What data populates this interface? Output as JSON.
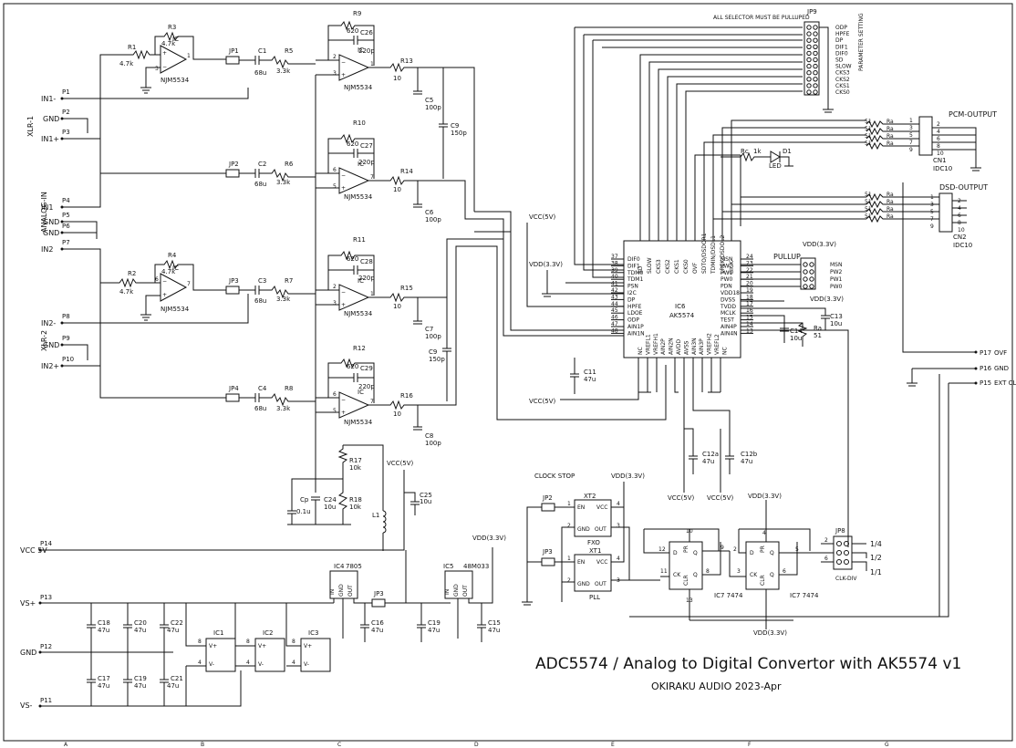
{
  "title": "ADC5574 / Analog to Digital Convertor with AK5574 v1",
  "subtitle": "OKIRAKU AUDIO 2023-Apr",
  "header_note": "ALL SELECTOR MUST BE PULLUPED",
  "header_part": "JP9",
  "param_label": "PARAMETER SETTING",
  "jp9_pins": [
    "ODP",
    "HPFE",
    "DP",
    "DIF1",
    "DIF0",
    "SD",
    "SLOW",
    "CKS3",
    "CKS2",
    "CKS1",
    "CKS0"
  ],
  "sections": {
    "xlr1": "XLR-1",
    "analog_in": "ANALOG-IN",
    "xlr2": "XLR-2",
    "pcm_output": "PCM-OUTPUT",
    "dsd_output": "DSD-OUTPUT",
    "pullup": "PULLUP",
    "clock_stop": "CLOCK STOP"
  },
  "connectors": [
    {
      "ref": "P1",
      "label": "IN1-"
    },
    {
      "ref": "P2",
      "label": "GND"
    },
    {
      "ref": "P3",
      "label": "IN1+"
    },
    {
      "ref": "P4",
      "label": "IN1"
    },
    {
      "ref": "P5",
      "label": "GND"
    },
    {
      "ref": "P6",
      "label": "GND"
    },
    {
      "ref": "P7",
      "label": "IN2"
    },
    {
      "ref": "P8",
      "label": "IN2-"
    },
    {
      "ref": "P9",
      "label": "GND"
    },
    {
      "ref": "P10",
      "label": "IN2+"
    },
    {
      "ref": "P14",
      "label": "VCC 5V"
    },
    {
      "ref": "P13",
      "label": "VS+"
    },
    {
      "ref": "P12",
      "label": "GND"
    },
    {
      "ref": "P11",
      "label": "VS-"
    },
    {
      "ref": "P17",
      "label": "OVF"
    },
    {
      "ref": "P16",
      "label": "GND"
    },
    {
      "ref": "P15",
      "label": "EXT CLK"
    }
  ],
  "opamps": [
    "NJM5534",
    "NJM5534",
    "NJM5534",
    "NJM5534",
    "NJM5534",
    "NJM5534"
  ],
  "jumpers": [
    "JP1",
    "JP2",
    "JP3",
    "JP4"
  ],
  "resistors": [
    {
      "ref": "R1",
      "val": "4.7k"
    },
    {
      "ref": "R2",
      "val": "4.7k"
    },
    {
      "ref": "R3",
      "val": "4.7k"
    },
    {
      "ref": "R4",
      "val": "4.7k"
    },
    {
      "ref": "R5",
      "val": "3.3k"
    },
    {
      "ref": "R6",
      "val": "3.3k"
    },
    {
      "ref": "R7",
      "val": "3.3k"
    },
    {
      "ref": "R8",
      "val": "3.3k"
    },
    {
      "ref": "R9",
      "val": "620"
    },
    {
      "ref": "R10",
      "val": "620"
    },
    {
      "ref": "R11",
      "val": "620"
    },
    {
      "ref": "R12",
      "val": "620"
    },
    {
      "ref": "R13",
      "val": "10"
    },
    {
      "ref": "R14",
      "val": "10"
    },
    {
      "ref": "R15",
      "val": "10"
    },
    {
      "ref": "R16",
      "val": "10"
    },
    {
      "ref": "R17",
      "val": "10k"
    },
    {
      "ref": "R18",
      "val": "10k"
    }
  ],
  "caps": [
    {
      "ref": "C1",
      "val": "68u"
    },
    {
      "ref": "C2",
      "val": "68u"
    },
    {
      "ref": "C3",
      "val": "68u"
    },
    {
      "ref": "C4",
      "val": "68u"
    },
    {
      "ref": "C26",
      "val": "220p"
    },
    {
      "ref": "C27",
      "val": "220p"
    },
    {
      "ref": "C28",
      "val": "220p"
    },
    {
      "ref": "C29",
      "val": "220p"
    },
    {
      "ref": "C5",
      "val": "100p"
    },
    {
      "ref": "C6",
      "val": "100p"
    },
    {
      "ref": "C7",
      "val": "100p"
    },
    {
      "ref": "C8",
      "val": "100p"
    },
    {
      "ref": "C9",
      "val": "150p"
    },
    {
      "ref": "C9",
      "val": "150p"
    },
    {
      "ref": "Cp",
      "val": "0.1u"
    },
    {
      "ref": "C24",
      "val": "10u"
    },
    {
      "ref": "C25",
      "val": "10u"
    }
  ],
  "ic6": {
    "ref": "IC6",
    "part": "AK5574",
    "left_pins": [
      [
        "37",
        "DIF0"
      ],
      [
        "38",
        "DIF1"
      ],
      [
        "39",
        "TDM0"
      ],
      [
        "40",
        "TDM1"
      ],
      [
        "41",
        "PSN"
      ],
      [
        "42",
        "I2C"
      ],
      [
        "43",
        "DP"
      ],
      [
        "44",
        "HPFE"
      ],
      [
        "45",
        "LDOE"
      ],
      [
        "46",
        "ODP"
      ],
      [
        "47",
        "AIN1P"
      ],
      [
        "48",
        "AIN1N"
      ]
    ],
    "right_pins": [
      [
        "24",
        "MSN"
      ],
      [
        "23",
        "PW2"
      ],
      [
        "22",
        "PW1"
      ],
      [
        "21",
        "PW0"
      ],
      [
        "20",
        "PDN"
      ],
      [
        "19",
        "VDD18"
      ],
      [
        "18",
        "DVSS"
      ],
      [
        "17",
        "TVDD"
      ],
      [
        "16",
        "MCLK"
      ],
      [
        "15",
        "TEST"
      ],
      [
        "14",
        "AIN4P"
      ],
      [
        "13",
        "AIN4N"
      ]
    ],
    "top_pins": [
      "SD",
      "SLOW",
      "CKS3",
      "CKS2",
      "CKS1",
      "CKS0",
      "OVF",
      "SDTO/DSDOR1",
      "TDMIN/DSDL1",
      "LRCK/DSDOL2",
      "BICK"
    ],
    "bottom_pins": [
      "NC",
      "VREFL1",
      "VREFH1",
      "AIN2P",
      "AIN2N",
      "AVDD",
      "AVSS",
      "AIN3N",
      "AIN3P",
      "VREFH2",
      "VREFL2",
      "NC"
    ]
  },
  "pullup_pins": [
    "MSN",
    "PW2",
    "PW1",
    "PW0"
  ],
  "power_labels": {
    "vcc5": "VCC(5V)",
    "vdd33": "VDD(3.3V)"
  },
  "pcm": {
    "ref": "CN1",
    "part": "IDC10",
    "pins": [
      "1",
      "2",
      "3",
      "4",
      "5",
      "6",
      "7",
      "8",
      "9",
      "10"
    ]
  },
  "dsd": {
    "ref": "CN2",
    "part": "IDC10",
    "pins": [
      "1",
      "2",
      "3",
      "4",
      "5",
      "6",
      "7",
      "8",
      "9",
      "10"
    ]
  },
  "rlabel": "51",
  "led": {
    "ref": "D1",
    "label": "LED",
    "rc": "Rc",
    "rcv": "1k"
  },
  "clock": {
    "xt2": "XT2",
    "xt2_name": "FXO",
    "xt1": "XT1",
    "xt1_name": "PLL",
    "pins": [
      "EN",
      "VCC",
      "GND",
      "OUT"
    ],
    "ic7a": "IC7 7474",
    "ic7b": "IC7 7474",
    "jp8": "JP8",
    "jp8_sel": [
      "1/4",
      "1/2",
      "1/1"
    ],
    "jp8_note": "CLK-DIV"
  },
  "regulators": [
    {
      "ref": "IC4",
      "part": "7805"
    },
    {
      "ref": "IC5",
      "part": "48M033"
    }
  ],
  "ldos": [
    "IC1",
    "IC2",
    "IC3"
  ],
  "bulk_caps": [
    {
      "ref": "C18",
      "val": "47u"
    },
    {
      "ref": "C20",
      "val": "47u"
    },
    {
      "ref": "C22",
      "val": "47u"
    },
    {
      "ref": "C17",
      "val": "47u"
    },
    {
      "ref": "C19",
      "val": "47u"
    },
    {
      "ref": "C21",
      "val": "47u"
    },
    {
      "ref": "C16",
      "val": "47u"
    },
    {
      "ref": "C19",
      "val": "47u"
    },
    {
      "ref": "C15",
      "val": "47u"
    },
    {
      "ref": "C11",
      "val": "47u"
    },
    {
      "ref": "C12a",
      "val": "47u"
    },
    {
      "ref": "C12b",
      "val": "47u"
    },
    {
      "ref": "C13",
      "val": "10u"
    },
    {
      "ref": "C14",
      "val": "10u"
    }
  ],
  "grid_cols": [
    "A",
    "B",
    "C",
    "D",
    "E",
    "F",
    "G"
  ]
}
